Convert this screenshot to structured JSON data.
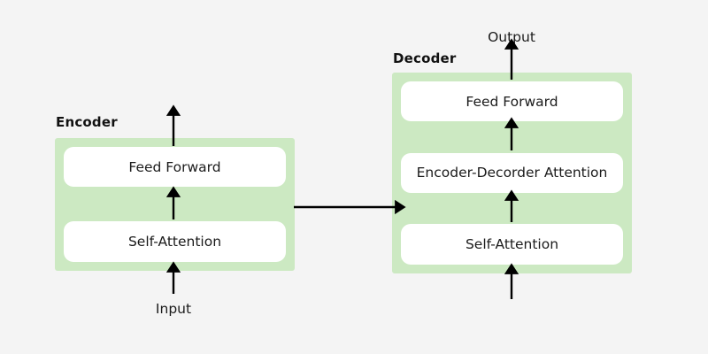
{
  "diagram": {
    "background_color": "#f4f4f4",
    "stack_color": "#cce9c2",
    "box_color": "#ffffff",
    "arrow_color": "#000000",
    "text_color": "#1b1b1b"
  },
  "encoder": {
    "label": "Encoder",
    "layers": [
      {
        "label": "Feed Forward"
      },
      {
        "label": "Self-Attention"
      }
    ],
    "input_caption": "Input"
  },
  "decoder": {
    "label": "Decoder",
    "layers": [
      {
        "label": "Feed Forward"
      },
      {
        "label": "Encoder-Decorder Attention"
      },
      {
        "label": "Self-Attention"
      }
    ],
    "output_caption": "Output"
  }
}
